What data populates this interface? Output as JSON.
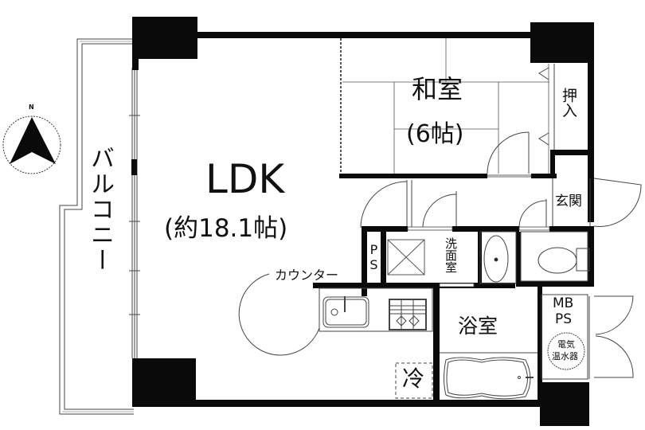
{
  "floor_plan": {
    "compass": {
      "label": "N"
    },
    "rooms": {
      "ldk": {
        "name": "LDK",
        "area": "(約18.1帖)"
      },
      "washitsu": {
        "name": "和室",
        "area": "(6帖)"
      },
      "oshiire": {
        "name": "押入"
      },
      "genkan": {
        "name": "玄関"
      },
      "balcony": {
        "name": "バルコニー"
      },
      "ps": {
        "name": "PS"
      },
      "senmenshitsu": {
        "name": "洗面室"
      },
      "yokushitsu": {
        "name": "浴室"
      },
      "mbps": {
        "line1": "MB",
        "line2": "PS"
      },
      "water_heater": {
        "line1": "電気",
        "line2": "温水器"
      }
    },
    "fixtures": {
      "counter": {
        "name": "カウンター"
      },
      "fridge": {
        "name": "冷"
      }
    },
    "colors": {
      "wall": "#0a0a0a",
      "line": "#444444",
      "background": "#ffffff"
    }
  }
}
